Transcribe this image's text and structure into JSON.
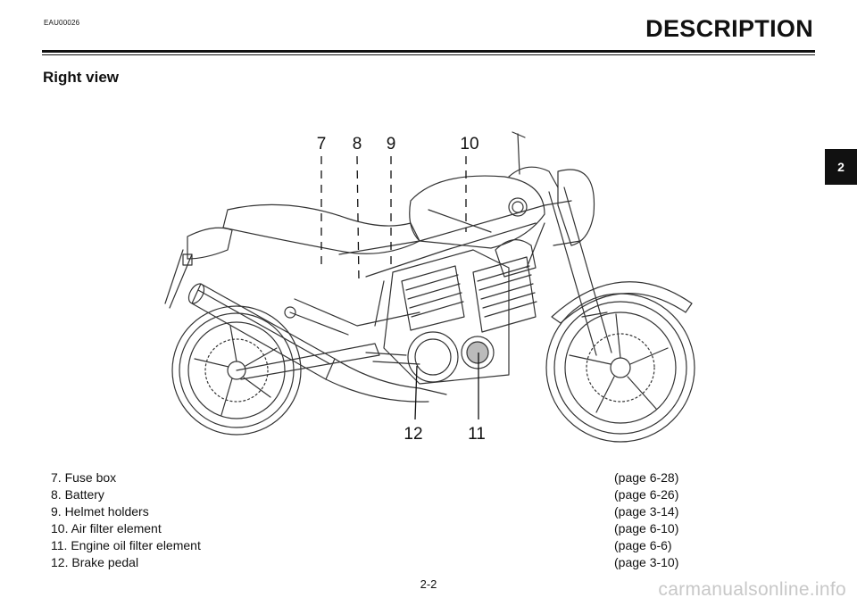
{
  "header": {
    "code": "EAU00026",
    "section_title": "DESCRIPTION"
  },
  "subtitle": "Right view",
  "chapter_tab": "2",
  "figure": {
    "callouts": [
      "7",
      "8",
      "9",
      "10",
      "12",
      "11"
    ]
  },
  "legend": [
    {
      "label": "7. Fuse box",
      "ref": "(page 6-28)"
    },
    {
      "label": "8. Battery",
      "ref": "(page 6-26)"
    },
    {
      "label": "9. Helmet holders",
      "ref": "(page 3-14)"
    },
    {
      "label": "10. Air filter element",
      "ref": "(page 6-10)"
    },
    {
      "label": "11. Engine oil filter element",
      "ref": "(page 6-6)"
    },
    {
      "label": "12. Brake pedal",
      "ref": "(page 3-10)"
    }
  ],
  "page_number": "2-2",
  "watermark": "carmanualsonline.info"
}
